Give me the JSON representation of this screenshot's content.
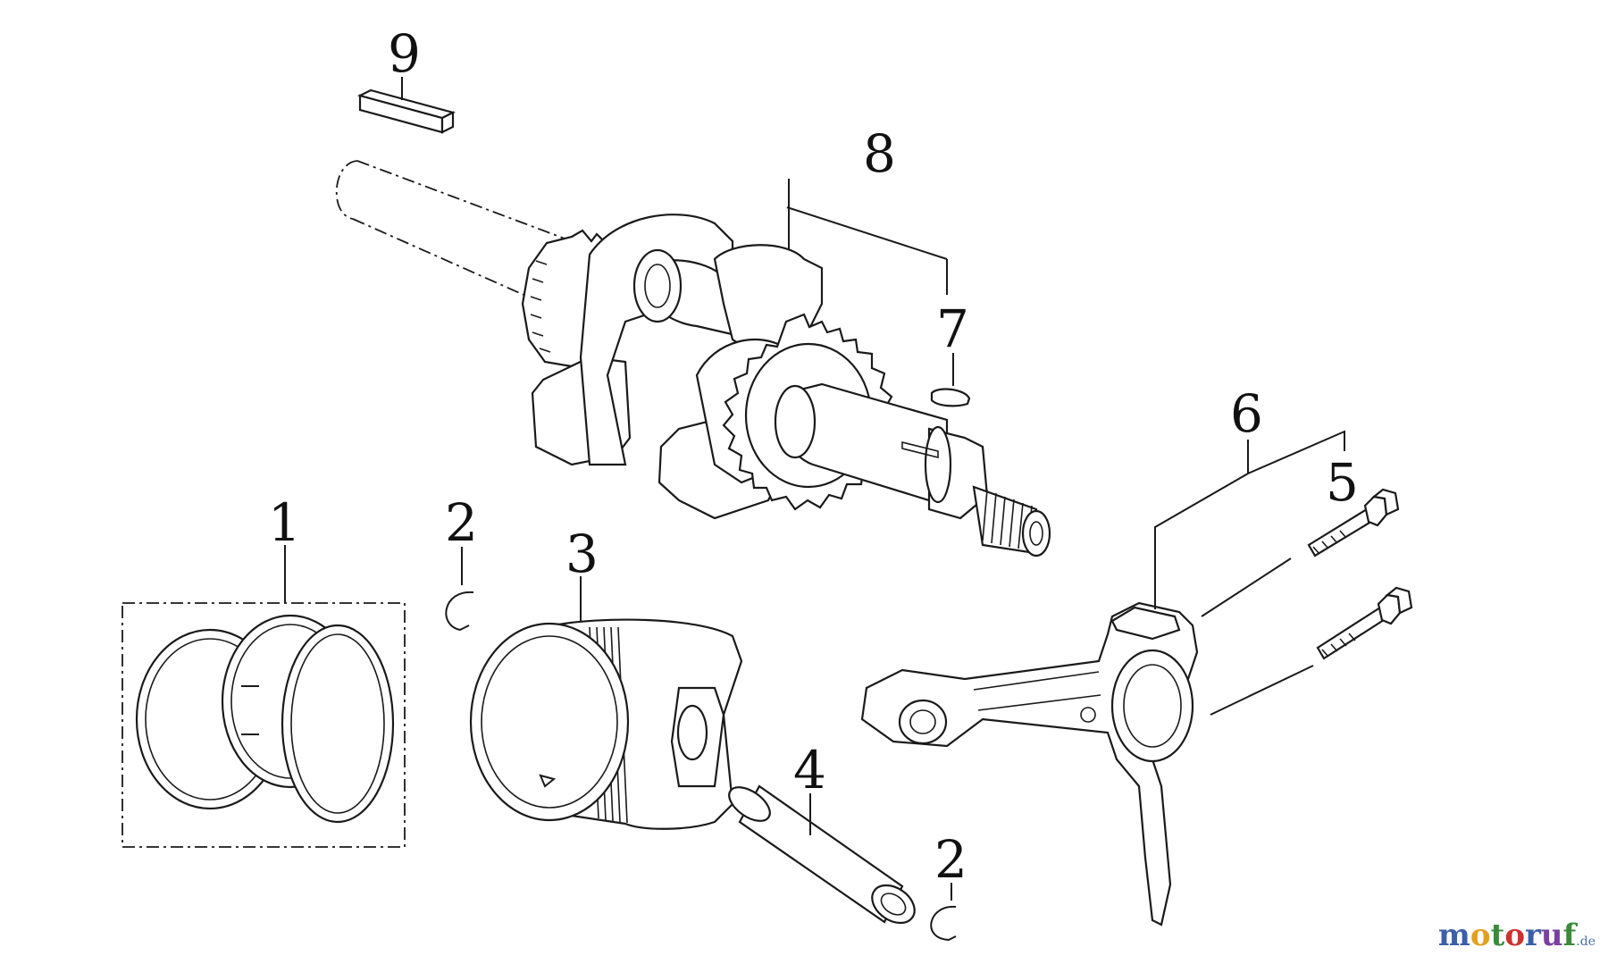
{
  "callouts": {
    "c1": "1",
    "c2a": "2",
    "c2b": "2",
    "c3": "3",
    "c4": "4",
    "c5": "5",
    "c6": "6",
    "c7": "7",
    "c8": "8",
    "c9": "9"
  },
  "watermark": {
    "letters": [
      "m",
      "o",
      "t",
      "o",
      "r",
      "u",
      "f"
    ],
    "colors": [
      "#3b5fa8",
      "#e0a020",
      "#3b8a3b",
      "#d03030",
      "#3b5fa8",
      "#7a40a0",
      "#3b8a3b"
    ],
    "suffix": ".de"
  }
}
